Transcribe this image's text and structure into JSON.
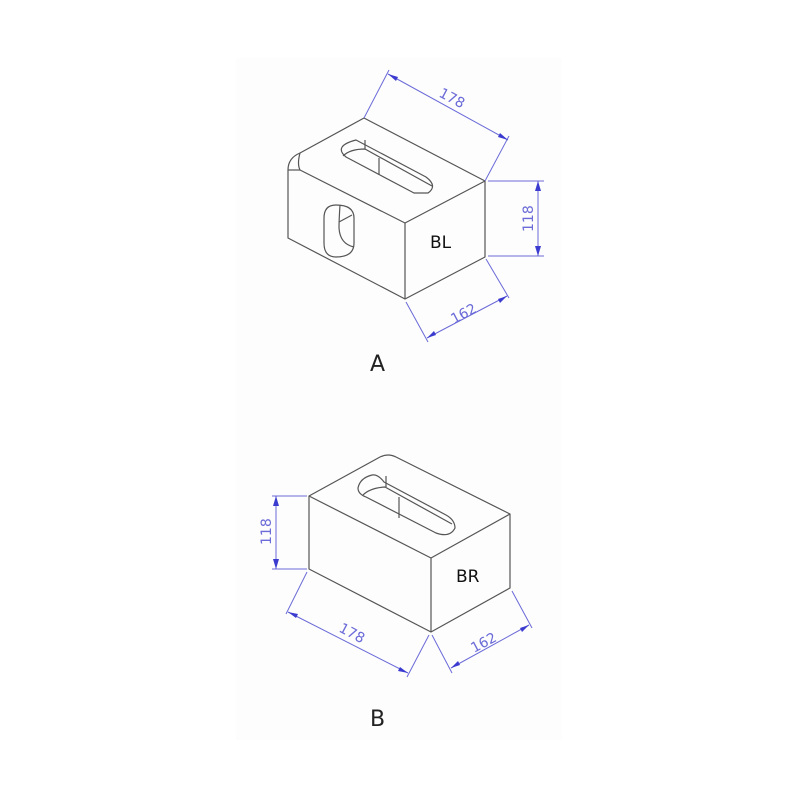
{
  "figure": {
    "type": "isometric technical drawing",
    "subject": "container corner castings",
    "colors": {
      "edges": "#555555",
      "dimensions": "#6a6ad8",
      "labels": "#111111",
      "background": "#ffffff",
      "panel": "#fdfdfd"
    }
  },
  "drawing_a": {
    "caption": "A",
    "face_label": "BL",
    "dimensions": {
      "length": "178",
      "height": "118",
      "width": "162"
    }
  },
  "drawing_b": {
    "caption": "B",
    "face_label": "BR",
    "dimensions": {
      "length": "178",
      "height": "118",
      "width": "162"
    }
  }
}
